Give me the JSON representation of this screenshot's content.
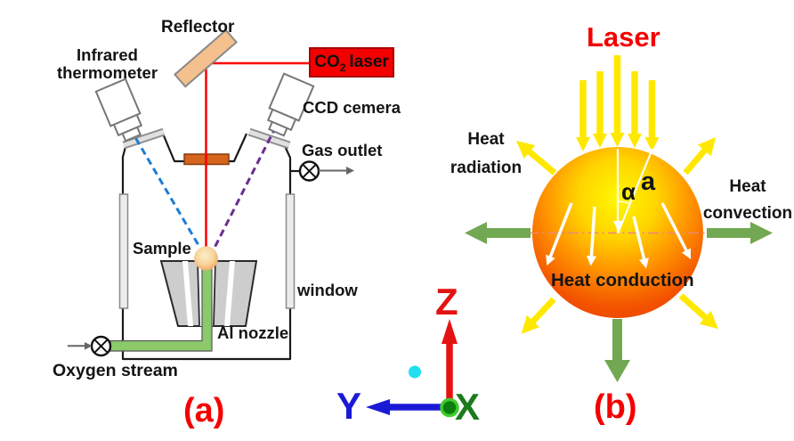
{
  "panel_a": {
    "caption": "(a)",
    "labels": {
      "reflector": "Reflector",
      "infrared_line1": "Infrared",
      "infrared_line2": "thermometer",
      "co2_prefix": "CO",
      "co2_sub": "2",
      "co2_suffix": "laser",
      "ccd_camera": "CCD cemera",
      "gas_outlet": "Gas outlet",
      "sample": "Sample",
      "window": "window",
      "al_nozzle": "Al nozzle",
      "oxygen_stream": "Oxygen stream"
    }
  },
  "coordinate_axes": {
    "x": "X",
    "y": "Y",
    "z": "Z"
  },
  "panel_b": {
    "caption": "(b)",
    "labels": {
      "laser": "Laser",
      "heat_radiation_line1": "Heat",
      "heat_radiation_line2": "radiation",
      "heat_convection_line1": "Heat",
      "heat_convection_line2": "convection",
      "alpha": "α",
      "a": "a",
      "heat_conduction": "Heat conduction"
    }
  },
  "colors": {
    "laser_box_red": "#F40000",
    "beam_red": "#FA0000",
    "reflector_peach": "#F4C08D",
    "filter_orange": "#D4641E",
    "tube_green": "#8BC96A",
    "ir_beam_blue": "#1C7CD5",
    "ccd_beam_purple": "#6A2D91",
    "radiation_yellow": "#FFE800",
    "convection_green": "#72A851",
    "axis_z_red": "#E51212",
    "axis_y_blue": "#1A1AD6",
    "axis_x_green": "#1C7A1C",
    "caption_red": "#F50000",
    "sphere_top_yellow": "#FFF800",
    "sphere_bottom_red": "#E93A00"
  }
}
